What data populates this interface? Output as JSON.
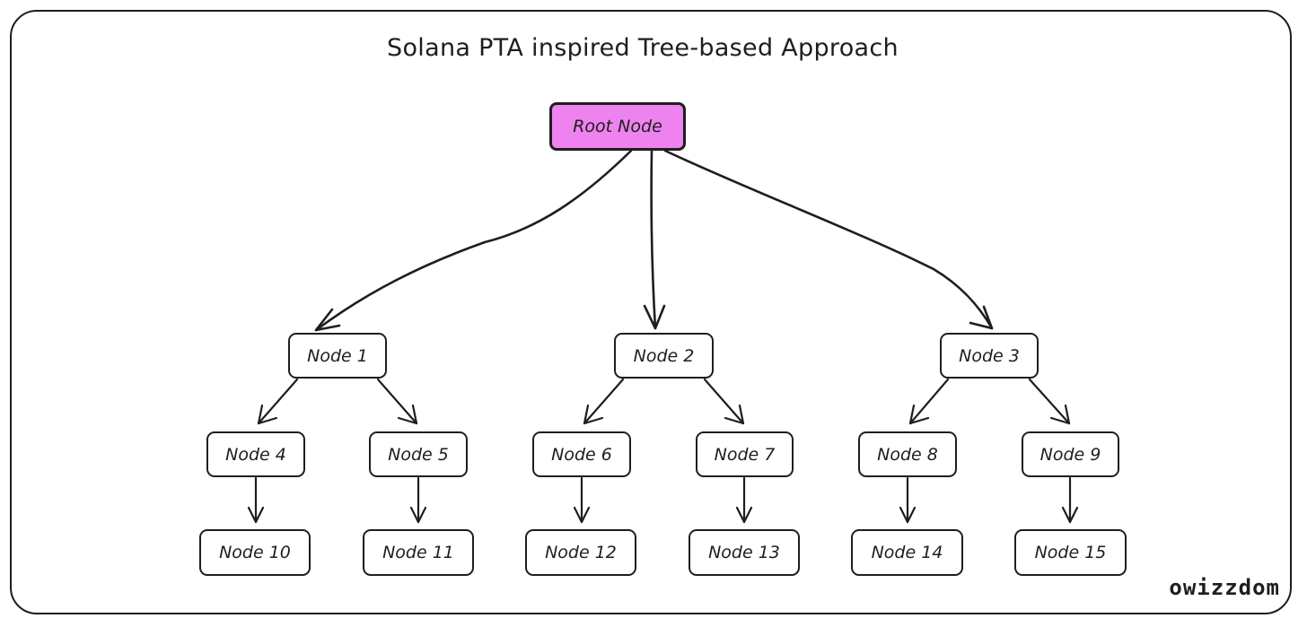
{
  "diagram": {
    "title": "Solana PTA inspired Tree-based Approach",
    "signature": "owizzdom",
    "colors": {
      "stroke": "#1e1e1e",
      "root_fill": "#ee82ee",
      "node_fill": "#ffffff"
    },
    "root": {
      "id": "root",
      "label": "Root Node"
    },
    "nodes": [
      {
        "id": "n1",
        "label": "Node 1",
        "parent": "root"
      },
      {
        "id": "n2",
        "label": "Node 2",
        "parent": "root"
      },
      {
        "id": "n3",
        "label": "Node 3",
        "parent": "root"
      },
      {
        "id": "n4",
        "label": "Node 4",
        "parent": "n1"
      },
      {
        "id": "n5",
        "label": "Node 5",
        "parent": "n1"
      },
      {
        "id": "n6",
        "label": "Node 6",
        "parent": "n2"
      },
      {
        "id": "n7",
        "label": "Node 7",
        "parent": "n2"
      },
      {
        "id": "n8",
        "label": "Node 8",
        "parent": "n3"
      },
      {
        "id": "n9",
        "label": "Node 9",
        "parent": "n3"
      },
      {
        "id": "n10",
        "label": "Node 10",
        "parent": "n4"
      },
      {
        "id": "n11",
        "label": "Node 11",
        "parent": "n5"
      },
      {
        "id": "n12",
        "label": "Node 12",
        "parent": "n6"
      },
      {
        "id": "n13",
        "label": "Node 13",
        "parent": "n7"
      },
      {
        "id": "n14",
        "label": "Node 14",
        "parent": "n8"
      },
      {
        "id": "n15",
        "label": "Node 15",
        "parent": "n9"
      }
    ]
  }
}
